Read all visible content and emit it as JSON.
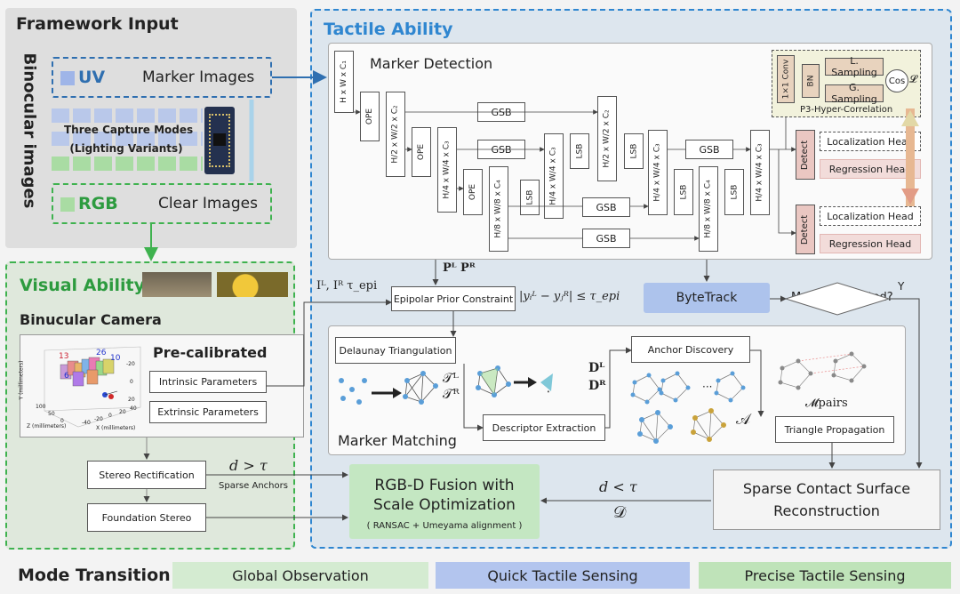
{
  "framework": {
    "title": "Framework Input",
    "side": "Binocular images",
    "uv": "UV",
    "marker_images": "Marker Images",
    "three_modes": "Three Capture Modes",
    "lighting": "(Lighting Variants)",
    "rgb": "RGB",
    "clear_images": "Clear Images"
  },
  "visual": {
    "title": "Visual Ability",
    "camera": "Binucular Camera",
    "precal": "Pre-calibrated",
    "intrinsic": "Intrinsic Parameters",
    "extrinsic": "Extrinsic Parameters",
    "plot_ylabel": "Y (millimeters)",
    "plot_xlabel": "X (millimeters)",
    "plot_zlabel": "Z (millimeters)",
    "yticks": [
      "-20",
      "0",
      "20"
    ],
    "zticks": [
      "100",
      "50",
      "0"
    ],
    "xticks": [
      "-40",
      "-20",
      "0",
      "20",
      "40"
    ],
    "pose_labels": [
      "13",
      "26",
      "10",
      "6"
    ],
    "stereo_rect": "Stereo Rectification",
    "foundation": "Foundation Stereo",
    "sparse_anchors": "Sparse Anchors",
    "d_gt": "d > τ",
    "fusion_l1": "RGB-D Fusion with",
    "fusion_l2": "Scale Optimization",
    "fusion_sub": "( RANSAC + Umeyama alignment )"
  },
  "tactile": {
    "title": "Tactile Ability",
    "marker_detection": "Marker Detection",
    "ope": "OPE",
    "lsb": "LSB",
    "gsb": "GSB",
    "dims": [
      "H x W x C₁",
      "H/2 x W/2 x C₂",
      "H/4 x W/4 x C₃",
      "H/8 x W/8 x C₄"
    ],
    "p3_conv": "1×1 Conv",
    "p3_bn": "BN",
    "p3_lsamp": "L. Sampling",
    "p3_gsamp": "G. Sampling",
    "p3_cos": "Cos",
    "p3_L": "𝓛",
    "p3_title": "P3-Hyper-Correlation",
    "detect": "Detect",
    "loc_head": "Localization Head",
    "reg_head": "Regression Head",
    "pl_pr": "Pᴸ Pᴿ",
    "il_ir": "Iᴸ, Iᴿ τ_epi",
    "epipolar": "Epipolar Prior Constraint",
    "epi_formula": "|yᵢᴸ − yⱼᴿ| ≤ τ_epi",
    "bytetrack": "ByteTrack",
    "motion": "Motion Detected?",
    "yes": "Y",
    "delaunay": "Delaunay Triangulation",
    "TL": "𝒯ᴸ",
    "TR": "𝒯ᴿ",
    "ellipsis": "⋮",
    "dots": "···",
    "descriptor": "Descriptor Extraction",
    "DL": "Dᴸ",
    "DR": "Dᴿ",
    "anchor": "Anchor Discovery",
    "A": "𝒜",
    "Mpairs": "𝓜pairs",
    "triangle_prop": "Triangle Propagation",
    "marker_matching": "Marker Matching",
    "sparse_l1": "Sparse Contact Surface",
    "sparse_l2": "Reconstruction",
    "d_lt": "d < τ",
    "D": "𝒟"
  },
  "modes": {
    "title": "Mode Transition",
    "items": [
      "Global Observation",
      "Quick Tactile Sensing",
      "Precise Tactile Sensing"
    ]
  }
}
